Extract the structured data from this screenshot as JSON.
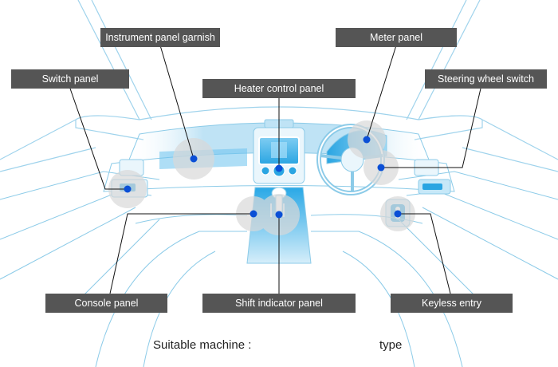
{
  "labels": {
    "instrument_panel_garnish": "Instrument panel garnish",
    "meter_panel": "Meter panel",
    "switch_panel": "Switch panel",
    "heater_control_panel": "Heater control panel",
    "steering_wheel_switch": "Steering wheel switch",
    "console_panel": "Console panel",
    "shift_indicator_panel": "Shift indicator panel",
    "keyless_entry": "Keyless entry"
  },
  "footer": {
    "suitable_machine": "Suitable machine :",
    "type": "type"
  },
  "colors": {
    "line": "#8ccbe8",
    "accent": "#1aa3e0",
    "label_bg": "#555555",
    "marker": "#0a4fd6",
    "halo": "#d9d9d9"
  }
}
